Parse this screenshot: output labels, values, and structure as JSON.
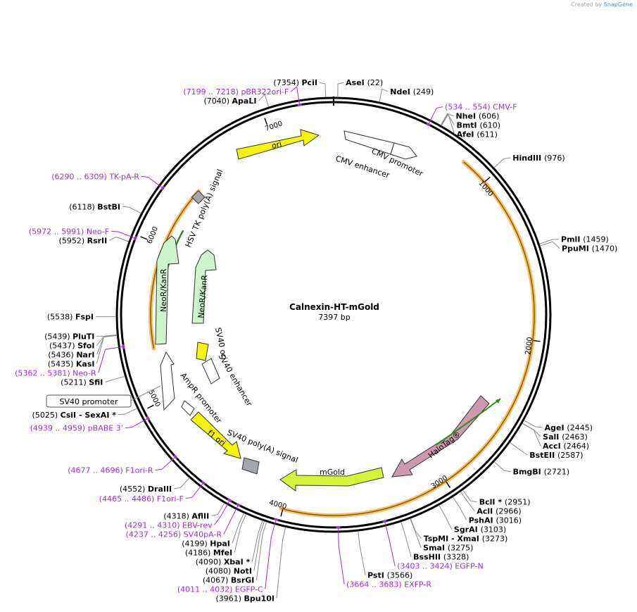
{
  "credit": {
    "prefix": "Created by",
    "brand": "SnapGene"
  },
  "plasmid": {
    "name": "Calnexin-HT-mGold",
    "size_label": "7397 bp",
    "length": 7397
  },
  "ticks": [
    {
      "bp": 1000,
      "label": "1000"
    },
    {
      "bp": 2000,
      "label": "2000"
    },
    {
      "bp": 3000,
      "label": "3000"
    },
    {
      "bp": 4000,
      "label": "4000"
    },
    {
      "bp": 5000,
      "label": "5000"
    },
    {
      "bp": 6000,
      "label": "6000"
    },
    {
      "bp": 7000,
      "label": "7000"
    }
  ],
  "sites": [
    {
      "name": "PciI",
      "pos": "(7354)",
      "bp": 7354,
      "side": "L"
    },
    {
      "name": "AseI",
      "pos": "(22)",
      "bp": 22,
      "side": "R"
    },
    {
      "name": "NdeI",
      "pos": "(249)",
      "bp": 249,
      "side": "R"
    },
    {
      "name": "NheI",
      "pos": "(606)",
      "bp": 606,
      "side": "R"
    },
    {
      "name": "BmtI",
      "pos": "(610)",
      "bp": 610,
      "side": "R"
    },
    {
      "name": "AfeI",
      "pos": "(611)",
      "bp": 611,
      "side": "R"
    },
    {
      "name": "HindIII",
      "pos": "(976)",
      "bp": 976,
      "side": "R"
    },
    {
      "name": "PmlI",
      "pos": "(1459)",
      "bp": 1459,
      "side": "R"
    },
    {
      "name": "PpuMI",
      "pos": "(1470)",
      "bp": 1470,
      "side": "R"
    },
    {
      "name": "AgeI",
      "pos": "(2445)",
      "bp": 2445,
      "side": "R"
    },
    {
      "name": "SalI",
      "pos": "(2463)",
      "bp": 2463,
      "side": "R"
    },
    {
      "name": "AccI",
      "pos": "(2464)",
      "bp": 2464,
      "side": "R"
    },
    {
      "name": "BstEII",
      "pos": "(2587)",
      "bp": 2587,
      "side": "R"
    },
    {
      "name": "BmgBI",
      "pos": "(2721)",
      "bp": 2721,
      "side": "R"
    },
    {
      "name": "BclI *",
      "pos": "(2951)",
      "bp": 2951,
      "side": "R"
    },
    {
      "name": "AclI",
      "pos": "(2966)",
      "bp": 2966,
      "side": "R"
    },
    {
      "name": "PshAI",
      "pos": "(3016)",
      "bp": 3016,
      "side": "R"
    },
    {
      "name": "SgrAI",
      "pos": "(3103)",
      "bp": 3103,
      "side": "R"
    },
    {
      "name": "TspMI - XmaI",
      "pos": "(3273)",
      "bp": 3273,
      "side": "R"
    },
    {
      "name": "SmaI",
      "pos": "(3275)",
      "bp": 3275,
      "side": "R"
    },
    {
      "name": "BssHII",
      "pos": "(3328)",
      "bp": 3328,
      "side": "R"
    },
    {
      "name": "PstI",
      "pos": "(3566)",
      "bp": 3566,
      "side": "R"
    },
    {
      "name": "Bpu10I",
      "pos": "(3961)",
      "bp": 3961,
      "side": "L"
    },
    {
      "name": "BsrGI",
      "pos": "(4067)",
      "bp": 4067,
      "side": "L"
    },
    {
      "name": "NotI",
      "pos": "(4080)",
      "bp": 4080,
      "side": "L"
    },
    {
      "name": "XbaI *",
      "pos": "(4090)",
      "bp": 4090,
      "side": "L"
    },
    {
      "name": "MfeI",
      "pos": "(4186)",
      "bp": 4186,
      "side": "L"
    },
    {
      "name": "HpaI",
      "pos": "(4199)",
      "bp": 4199,
      "side": "L"
    },
    {
      "name": "AflII",
      "pos": "(4318)",
      "bp": 4318,
      "side": "L"
    },
    {
      "name": "DraIII",
      "pos": "(4552)",
      "bp": 4552,
      "side": "L"
    },
    {
      "name": "CsiI - SexAI *",
      "pos": "(5025)",
      "bp": 5025,
      "side": "L"
    },
    {
      "name": "SfiI",
      "pos": "(5211)",
      "bp": 5211,
      "side": "L"
    },
    {
      "name": "KasI",
      "pos": "(5435)",
      "bp": 5435,
      "side": "L"
    },
    {
      "name": "NarI",
      "pos": "(5436)",
      "bp": 5436,
      "side": "L"
    },
    {
      "name": "SfoI",
      "pos": "(5437)",
      "bp": 5437,
      "side": "L"
    },
    {
      "name": "PluTI",
      "pos": "(5439)",
      "bp": 5439,
      "side": "L"
    },
    {
      "name": "FspI",
      "pos": "(5538)",
      "bp": 5538,
      "side": "L"
    },
    {
      "name": "RsrII",
      "pos": "(5952)",
      "bp": 5952,
      "side": "L"
    },
    {
      "name": "BstBI",
      "pos": "(6118)",
      "bp": 6118,
      "side": "L"
    },
    {
      "name": "ApaLI",
      "pos": "(7040)",
      "bp": 7040,
      "side": "L"
    }
  ],
  "primers": [
    {
      "name": "pBR322ori-F",
      "range": "(7199 .. 7218)",
      "bp": 7208,
      "side": "L"
    },
    {
      "name": "CMV-F",
      "range": "(534 .. 554)",
      "bp": 544,
      "side": "R"
    },
    {
      "name": "EGFP-N",
      "range": "(3403 .. 3424)",
      "bp": 3413,
      "side": "R"
    },
    {
      "name": "EXFP-R",
      "range": "(3664 .. 3683)",
      "bp": 3673,
      "side": "R"
    },
    {
      "name": "EGFP-C",
      "range": "(4011 .. 4032)",
      "bp": 4021,
      "side": "L"
    },
    {
      "name": "SV40pA-R",
      "range": "(4237 .. 4256)",
      "bp": 4246,
      "side": "L"
    },
    {
      "name": "EBV-rev",
      "range": "(4291 .. 4310)",
      "bp": 4300,
      "side": "L"
    },
    {
      "name": "F1ori-F",
      "range": "(4465 .. 4486)",
      "bp": 4475,
      "side": "L"
    },
    {
      "name": "F1ori-R",
      "range": "(4677 .. 4696)",
      "bp": 4686,
      "side": "L"
    },
    {
      "name": "pBABE 3'",
      "range": "(4939 .. 4959)",
      "bp": 4949,
      "side": "L"
    },
    {
      "name": "Neo-R",
      "range": "(5362 .. 5381)",
      "bp": 5371,
      "side": "L"
    },
    {
      "name": "Neo-F",
      "range": "(5972 .. 5991)",
      "bp": 5981,
      "side": "L"
    },
    {
      "name": "TK-pA-R",
      "range": "(6290 .. 6309)",
      "bp": 6299,
      "side": "L"
    }
  ],
  "features": [
    {
      "name": "CMV enhancer",
      "start": 235,
      "end": 615,
      "color": "#ffffff"
    },
    {
      "name": "CMV promoter",
      "start": 615,
      "end": 820,
      "color": "#ffffff"
    },
    {
      "name": "HaloTag®",
      "start": 2400,
      "end": 3290,
      "color": "#cc99b0"
    },
    {
      "name": "mGold",
      "start": 3290,
      "end": 4010,
      "color": "#d6f53a"
    },
    {
      "name": "SV40 poly(A) signal",
      "start": 4090,
      "end": 4220,
      "color": "#a3a8b0"
    },
    {
      "name": "f1 ori",
      "start": 4290,
      "end": 4730,
      "color": "#f5f505"
    },
    {
      "name": "AmpR promoter",
      "start": 4750,
      "end": 4860,
      "color": "#ffffff"
    },
    {
      "name": "SV40 promoter",
      "start": 4880,
      "end": 5210,
      "color": "#ffffff"
    },
    {
      "name": "SV40 enhancer",
      "start": 5060,
      "end": 5170,
      "color": "#ffffff"
    },
    {
      "name": "SV40 ori",
      "start": 5170,
      "end": 5280,
      "color": "#f5f505"
    },
    {
      "name": "NeoR/KanR",
      "start": 5300,
      "end": 6090,
      "color": "#ccf5cc"
    },
    {
      "name": "HSV TK poly(A) signal",
      "start": 6410,
      "end": 6480,
      "color": "#a3a8b0"
    },
    {
      "name": "ori",
      "start": 6720,
      "end": 7300,
      "color": "#f5f505"
    }
  ],
  "sv40_box": "SV40 promoter",
  "colors": {
    "primer": "#9b30d9",
    "orf": "#f5c06a",
    "orf_line": "#8a5a00",
    "green": "#2e8b22",
    "backbone": "#000000"
  }
}
